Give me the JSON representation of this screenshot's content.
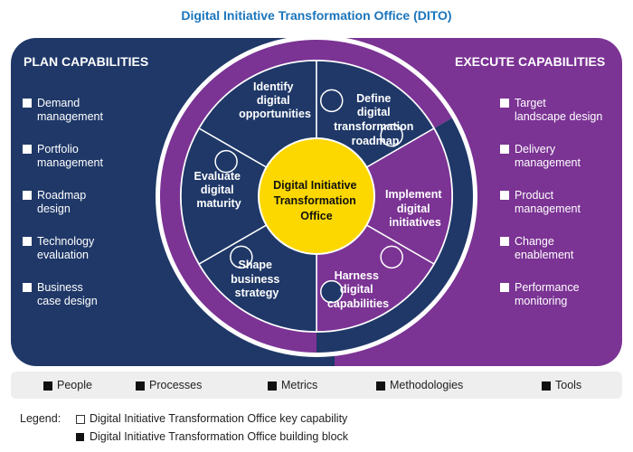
{
  "title": "Digital Initiative Transformation Office (DITO)",
  "colors": {
    "navy": "#1f3868",
    "purple": "#7b3394",
    "yellow": "#fcd800",
    "title": "#1b75bc"
  },
  "plan": {
    "header": "PLAN CAPABILITIES",
    "items": [
      [
        "Demand",
        "management"
      ],
      [
        "Portfolio",
        "management"
      ],
      [
        "Roadmap",
        "design"
      ],
      [
        "Technology",
        "evaluation"
      ],
      [
        "Business",
        "case design"
      ]
    ]
  },
  "execute": {
    "header": "EXECUTE CAPABILITIES",
    "items": [
      [
        "Target",
        "landscape design"
      ],
      [
        "Delivery",
        "management"
      ],
      [
        "Product",
        "management"
      ],
      [
        "Change",
        "enablement"
      ],
      [
        "Performance",
        "monitoring"
      ]
    ]
  },
  "center": [
    "Digital Initiative",
    "Transformation",
    "Office"
  ],
  "pieces": [
    [
      "Identify",
      "digital",
      "opportunities"
    ],
    [
      "Define",
      "digital",
      "transformation",
      "roadmap"
    ],
    [
      "Implement",
      "digital",
      "initiatives"
    ],
    [
      "Harness",
      "digital",
      "capabilities"
    ],
    [
      "Shape",
      "business",
      "strategy"
    ],
    [
      "Evaluate",
      "digital",
      "maturity"
    ]
  ],
  "building_blocks": [
    "People",
    "Processes",
    "Metrics",
    "Methodologies",
    "Tools"
  ],
  "legend": {
    "label": "Legend:",
    "key_capability": "Digital Initiative Transformation Office key capability",
    "building_block": "Digital Initiative Transformation Office building block"
  }
}
